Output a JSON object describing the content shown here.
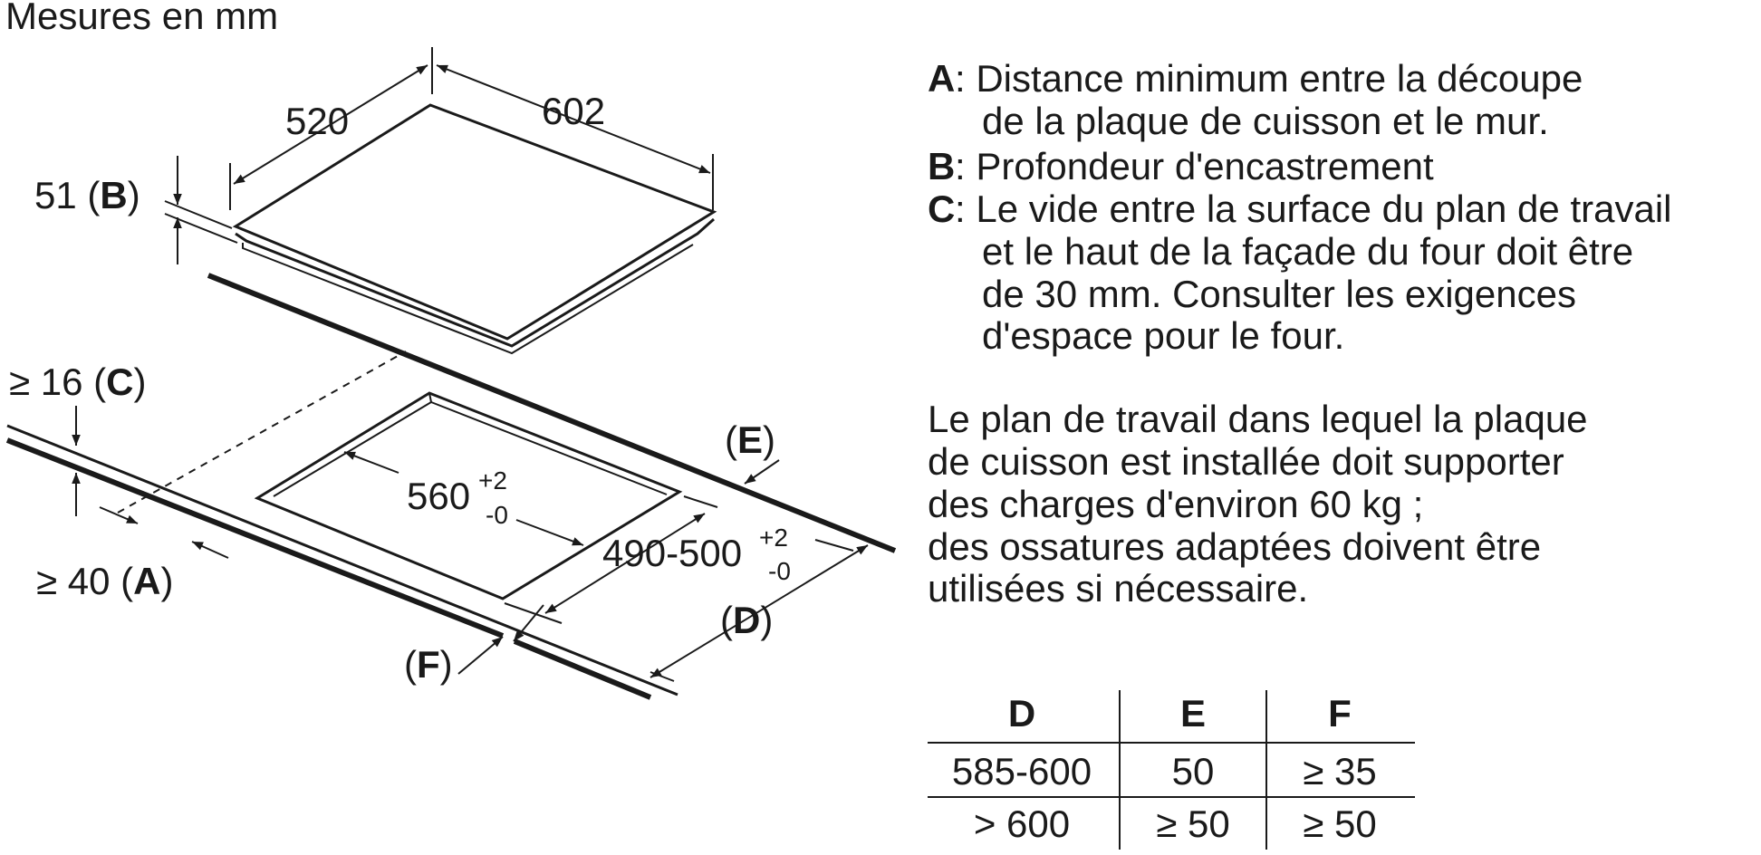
{
  "title": "Mesures en mm",
  "dimensions": {
    "depth": "520",
    "width": "602",
    "height": "51",
    "height_tag": "B",
    "cutout_width": "560",
    "cutout_width_tol_plus": "+2",
    "cutout_width_tol_minus": "-0",
    "cutout_depth": "490-500",
    "cutout_depth_tol_plus": "+2",
    "cutout_depth_tol_minus": "-0",
    "gap_c_value": "≥ 16",
    "gap_c_tag": "C",
    "dist_a_value": "≥ 40",
    "dist_a_tag": "A",
    "tag_d": "D",
    "tag_e": "E",
    "tag_f": "F"
  },
  "legend": {
    "a_key": "A",
    "a_line1": ": Distance minimum entre la découpe",
    "a_line2": "de la plaque de cuisson et le mur.",
    "b_key": "B",
    "b_line1": ": Profondeur d'encastrement",
    "c_key": "C",
    "c_line1": ": Le vide entre la surface du plan de travail",
    "c_line2": "et le haut de la façade du four doit être",
    "c_line3": "de 30 mm. Consulter les exigences",
    "c_line4": "d'espace pour le four."
  },
  "note": {
    "line1": "Le plan de travail dans lequel la plaque",
    "line2": "de cuisson est installée doit supporter",
    "line3": "des charges d'environ 60 kg ;",
    "line4": "des ossatures adaptées doivent être",
    "line5": "utilisées si nécessaire."
  },
  "table": {
    "headers": [
      "D",
      "E",
      "F"
    ],
    "rows": [
      [
        "585-600",
        "50",
        "≥ 35"
      ],
      [
        "> 600",
        "≥ 50",
        "≥ 50"
      ]
    ]
  }
}
